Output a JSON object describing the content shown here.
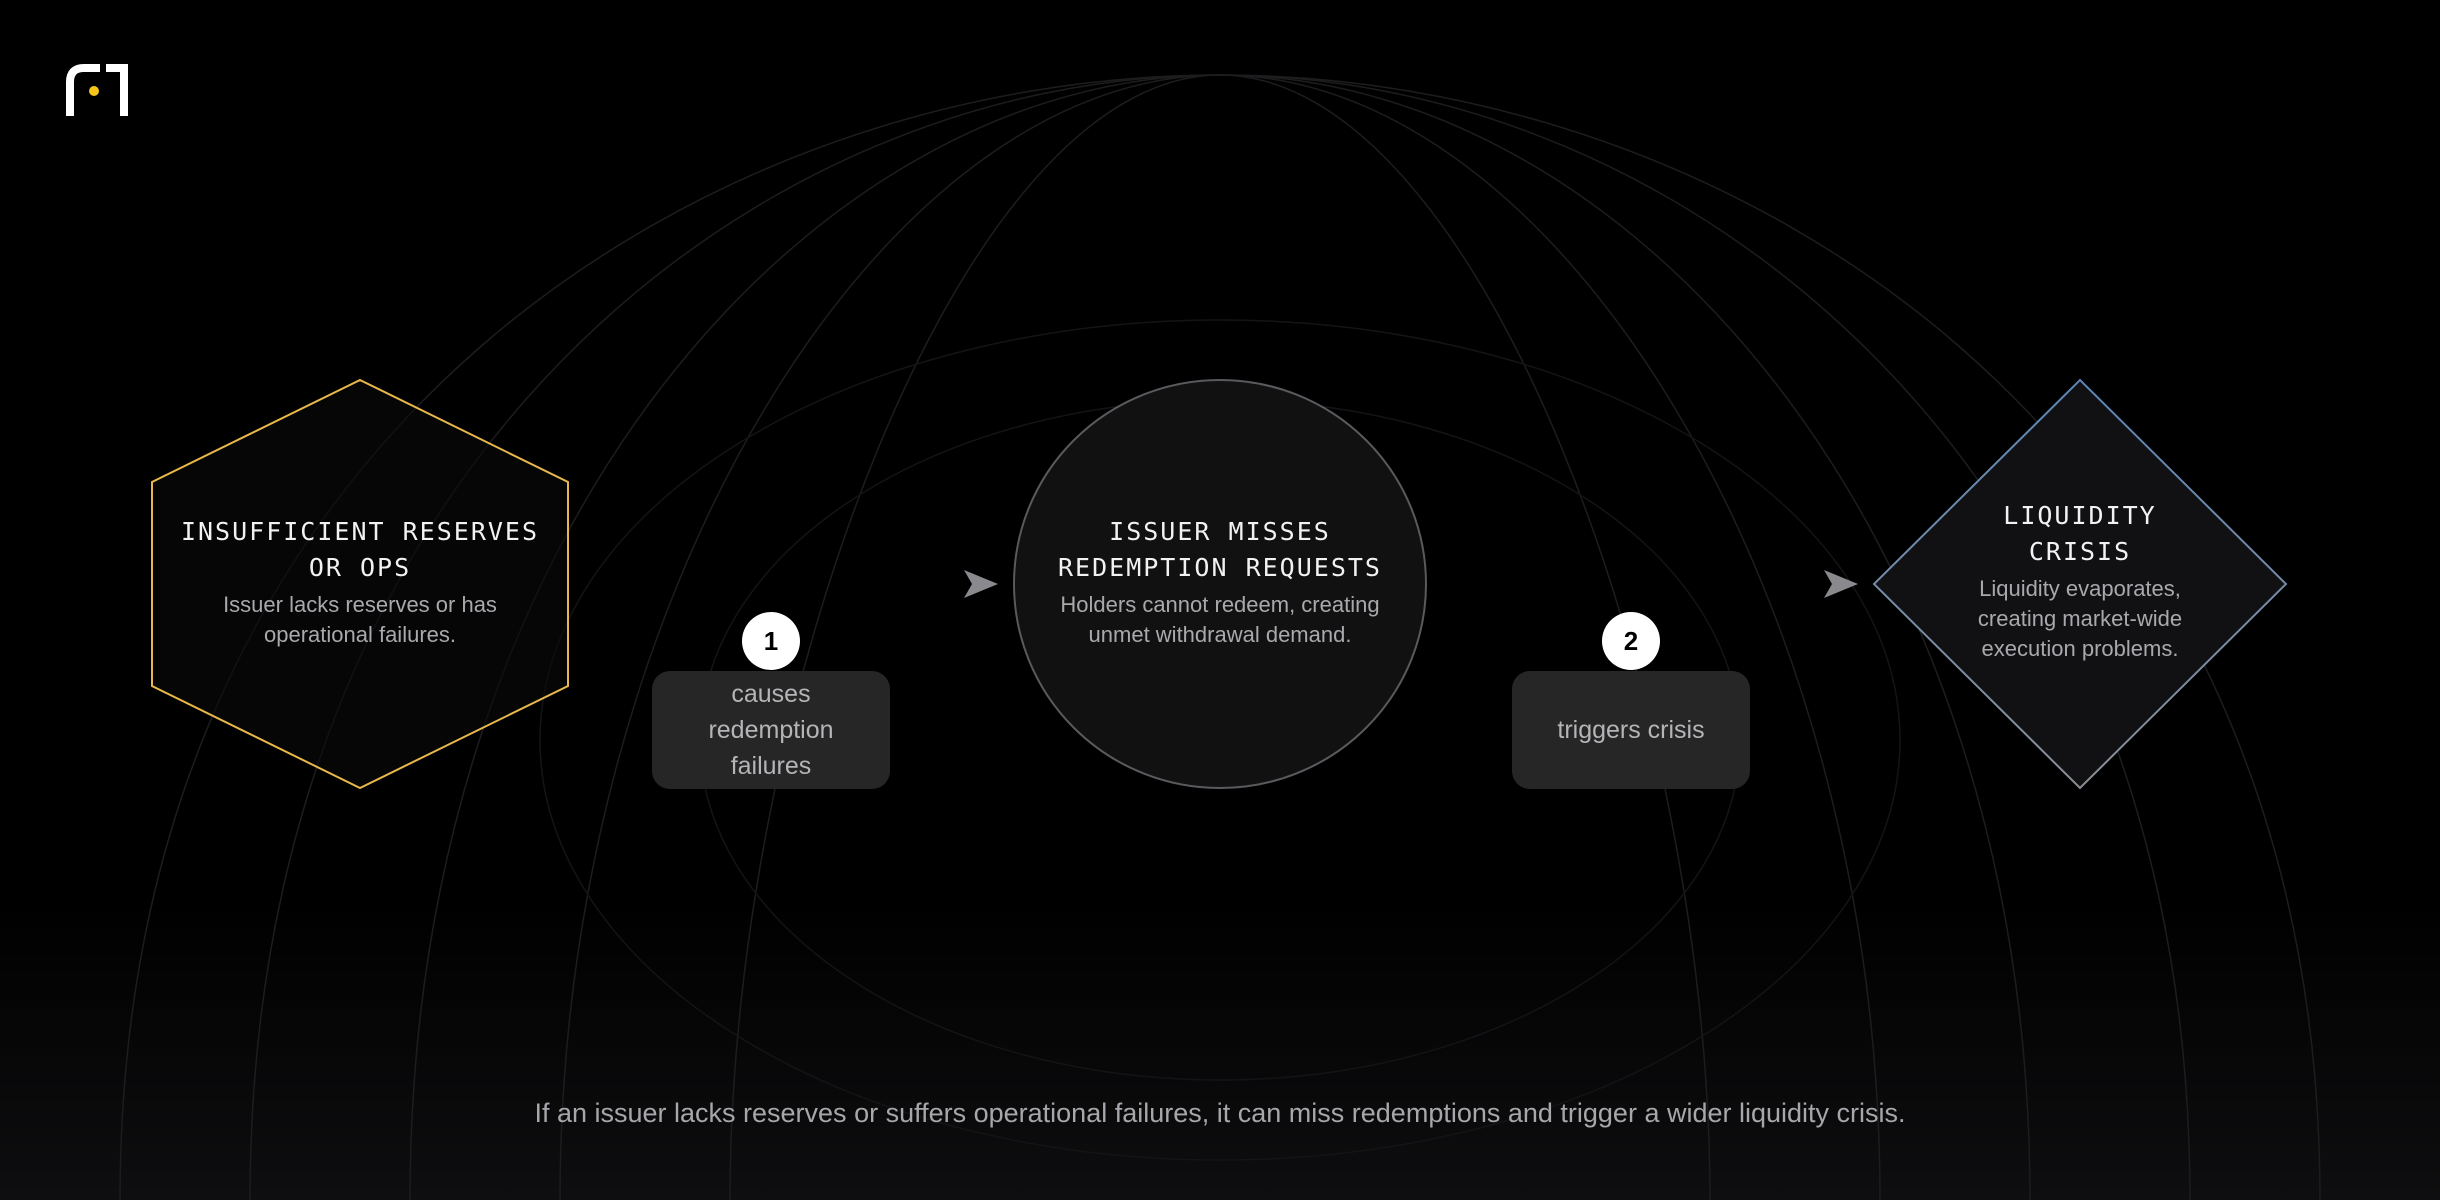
{
  "diagram": {
    "nodes": [
      {
        "id": "reserves",
        "shape": "hexagon",
        "title": "INSUFFICIENT RESERVES\nOR OPS",
        "description": "Issuer lacks reserves or has\noperational failures.",
        "outline_color": "#e8b84a"
      },
      {
        "id": "missed",
        "shape": "circle",
        "title": "ISSUER MISSES\nREDEMPTION REQUESTS",
        "description": "Holders cannot redeem, creating\nunmet withdrawal demand.",
        "outline_color": "#5a5a5e"
      },
      {
        "id": "crisis",
        "shape": "diamond",
        "title": "LIQUIDITY\nCRISIS",
        "description": "Liquidity evaporates,\ncreating market-wide\nexecution problems.",
        "outline_color": "#5b86b8"
      }
    ],
    "edges": [
      {
        "from": "reserves",
        "to": "missed",
        "step": "1",
        "label": "causes\nredemption\nfailures"
      },
      {
        "from": "missed",
        "to": "crisis",
        "step": "2",
        "label": "triggers crisis"
      }
    ],
    "caption": "If an issuer lacks reserves or suffers operational failures, it can miss redemptions and trigger a wider liquidity crisis."
  },
  "theme": {
    "background": "#000000",
    "accent": "#f5c518",
    "logo_color": "#ffffff"
  },
  "icons": {
    "logo": "brand-logo-icon"
  }
}
